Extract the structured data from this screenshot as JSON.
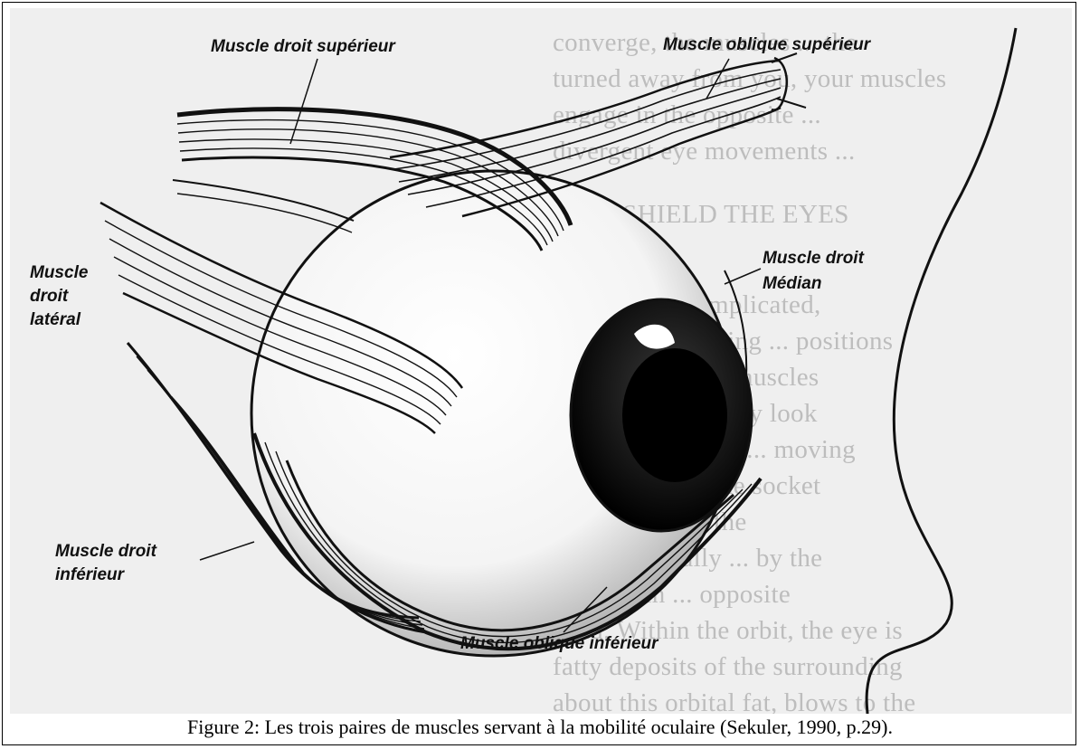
{
  "figure": {
    "labels": {
      "droit_superieur": "Muscle droit supérieur",
      "oblique_superieur": "Muscle oblique supérieur",
      "droit_lateral_line1": "Muscle",
      "droit_lateral_line2": "droit",
      "droit_lateral_line3": "latéral",
      "droit_median_line1": "Muscle droit",
      "droit_median_line2": "Médian",
      "droit_inferieur_line1": "Muscle droit",
      "droit_inferieur_line2": "inférieur",
      "oblique_inferieur": "Muscle oblique inférieur"
    },
    "background_text": [
      "converge, the muscles ... the",
      "turned away from you, your muscles",
      "engage in the opposite ... ",
      "divergent eye movements ...",
      "HOW SHIELD THE EYES",
      "",
      "The eyes ... complicated,",
      "delicate, occupying ... positions",
      "head. Various ... muscles",
      "and in some ... they look",
      "direction of these ... moving",
      "the eye into ... the socket",
      "this we find ... the",
      "time is partially ... by the",
      "eye within ... opposite",
      "head. Within the orbit, the eye is",
      "fatty deposits of the surrounding",
      "about this orbital fat, blows to the"
    ],
    "caption": "Figure 2: Les trois paires de muscles servant à la mobilité oculaire (Sekuler, 1990, p.29)."
  }
}
